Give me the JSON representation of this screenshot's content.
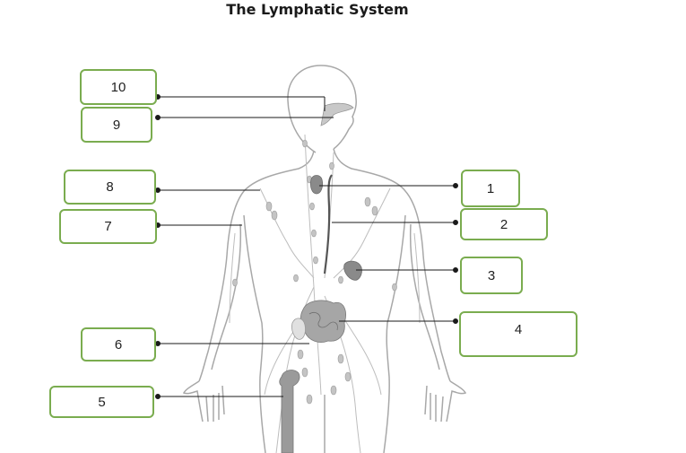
{
  "title": "The Lymphatic System",
  "colors": {
    "box_border": "#7aac4f",
    "outline": "#a8a8a8",
    "organ": "#8a8a8a",
    "leader_line": "#1a1a1a"
  },
  "labels": [
    {
      "id": "1",
      "text": "1"
    },
    {
      "id": "2",
      "text": "2"
    },
    {
      "id": "3",
      "text": "3"
    },
    {
      "id": "4",
      "text": "4"
    },
    {
      "id": "5",
      "text": "5"
    },
    {
      "id": "6",
      "text": "6"
    },
    {
      "id": "7",
      "text": "7"
    },
    {
      "id": "8",
      "text": "8"
    },
    {
      "id": "9",
      "text": "9"
    },
    {
      "id": "10",
      "text": "10"
    }
  ]
}
